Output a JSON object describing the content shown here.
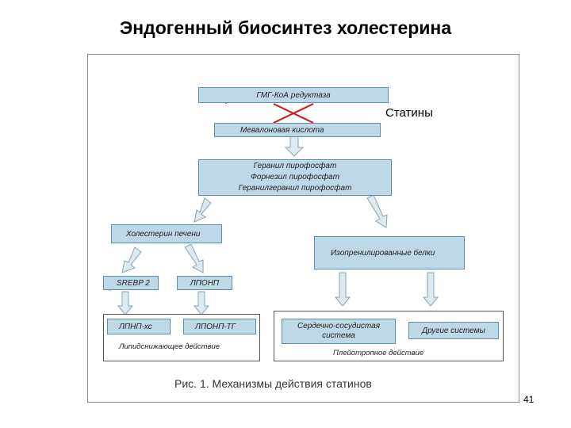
{
  "slide": {
    "title": "Эндогенный биосинтез холестерина",
    "page_number": "41"
  },
  "figure": {
    "caption": "Рис. 1. Механизмы действия статинов",
    "statins_label": "Статины",
    "nodes": {
      "hmg": "ГМГ-КоА редуктаза",
      "mevalonate": "Мевалоновая кислота",
      "pyro_1": "Геранил пирофосфат",
      "pyro_2": "Форнезил пирофосфат",
      "pyro_3": "Геранилгеранил пирофосфат",
      "liver_chol": "Холестерин печени",
      "isoprenylated": "Изопренилированные белки",
      "srebp": "SREBP 2",
      "lponp": "ЛПОНП",
      "ldl_c": "ЛПНП-хс",
      "vldl_tg": "ЛПОНП-ТГ",
      "cardio": "Сердечно-сосудистая система",
      "other": "Другие системы"
    },
    "group_captions": {
      "lipid": "Липидснижающее действие",
      "pleiotropic": "Плейотропное действие"
    },
    "colors": {
      "box_fill": "#bdd8e6",
      "box_border": "#5f8fa8",
      "arrow_fill": "#dce9f0",
      "red_arrow": "#c0151b",
      "x_mark": "#d1121a"
    }
  }
}
